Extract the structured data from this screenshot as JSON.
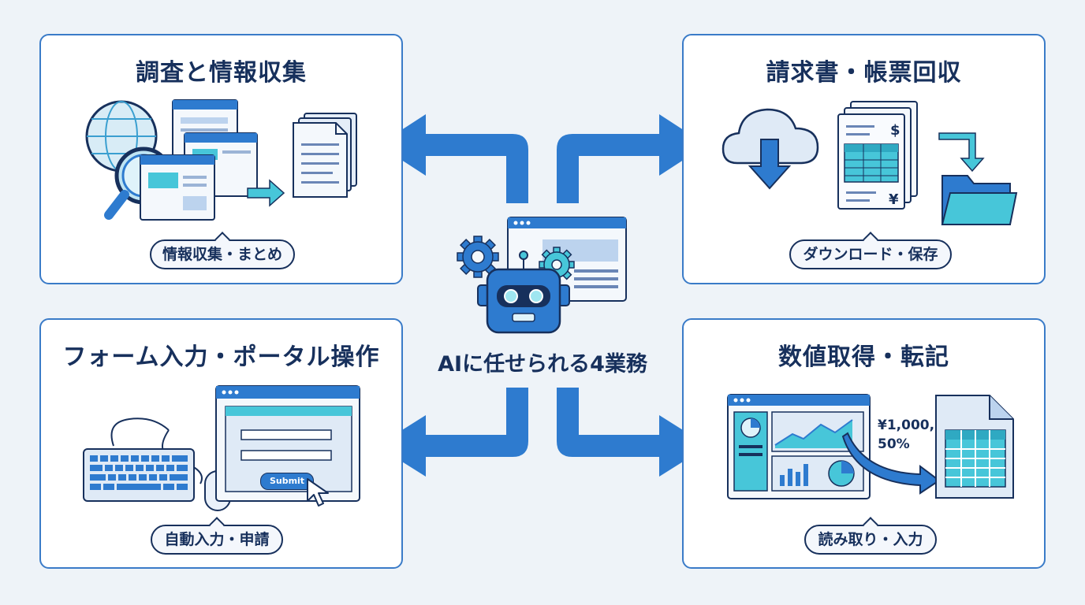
{
  "center": {
    "title": "AIに任せられる4業務"
  },
  "cards": {
    "research": {
      "title": "調査と情報収集",
      "caption": "情報収集・まとめ"
    },
    "invoice": {
      "title": "請求書・帳票回収",
      "caption": "ダウンロード・保存"
    },
    "form": {
      "title": "フォーム入力・ポータル操作",
      "caption": "自動入力・申請",
      "submit_label": "Submit"
    },
    "data": {
      "title": "数値取得・転記",
      "caption": "読み取り・入力",
      "values_line1": "¥1,000,",
      "values_line2": "50%"
    }
  },
  "icons": {
    "invoice_dollar": "$",
    "invoice_yen": "¥"
  },
  "colors": {
    "primary": "#2e7bcf",
    "navy": "#17305c",
    "accent": "#47c6d9",
    "background": "#eef3f8"
  }
}
